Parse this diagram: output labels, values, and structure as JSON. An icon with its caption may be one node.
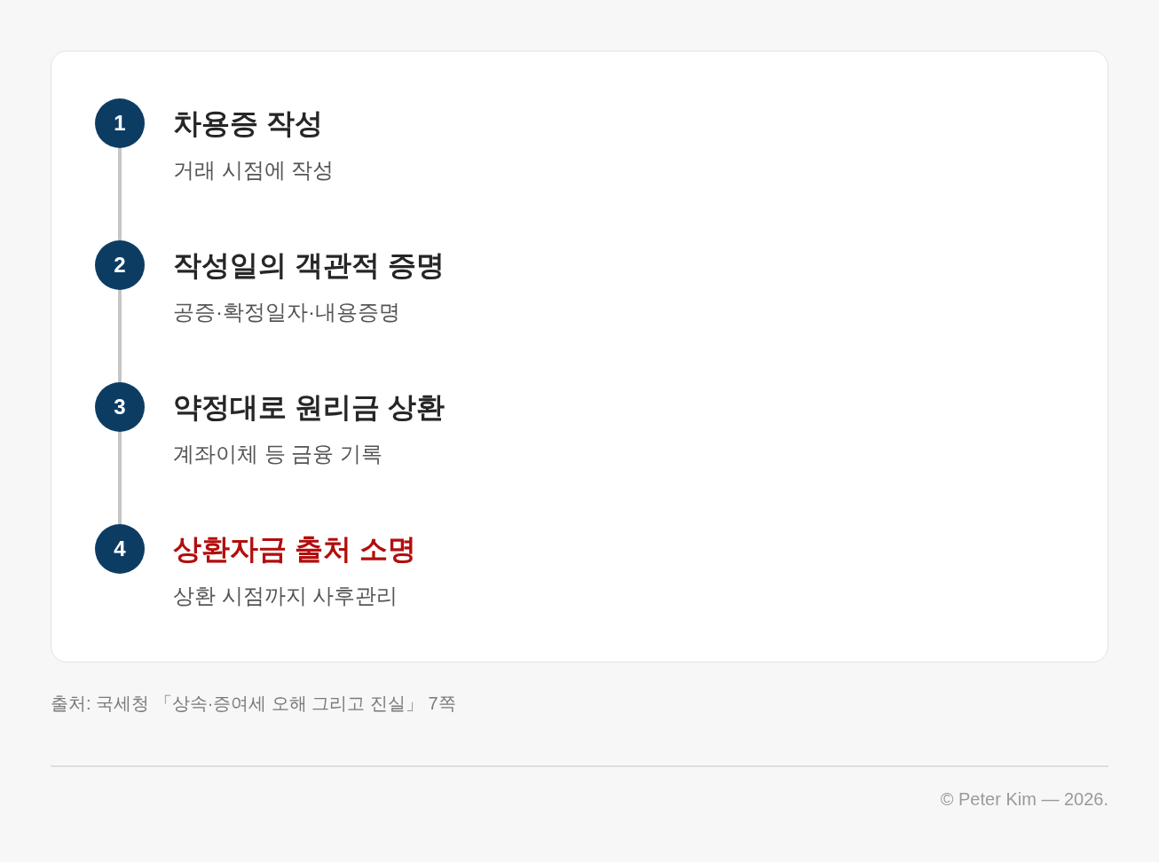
{
  "diagram": {
    "nodes": [
      {
        "text": [
          "1"
        ],
        "beside": [
          "차용증 작성",
          "거래 시점에 작성"
        ]
      },
      {
        "text": [
          "2"
        ],
        "beside": [
          "작성일의 객관적 증명",
          "공증·확정일자·내용증명"
        ]
      },
      {
        "text": [
          "3"
        ],
        "beside": [
          "약정대로 원리금 상환",
          "계좌이체 등 금융 기록"
        ]
      },
      {
        "text": [
          "4"
        ],
        "beside": [
          "상환자금 출처 소명",
          "상환 시점까지 사후관리"
        ]
      }
    ],
    "edges": [
      {
        "from": 0,
        "to": 1,
        "arrow": "none"
      },
      {
        "from": 1,
        "to": 2,
        "arrow": "none"
      },
      {
        "from": 2,
        "to": 3,
        "arrow": "none"
      }
    ],
    "labels": [
      "출처: 국세청 「상속·증여세 오해 그리고 진실」 7쪽",
      "© Peter Kim — 2026."
    ]
  }
}
